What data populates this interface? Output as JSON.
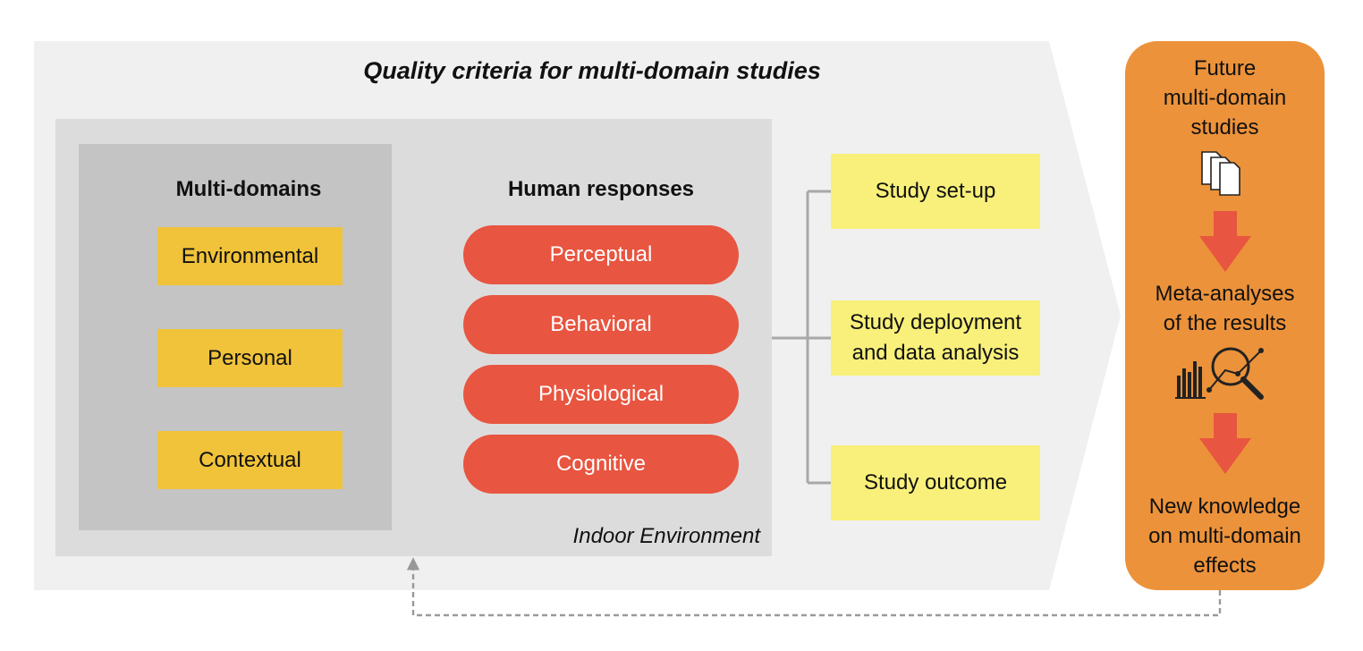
{
  "title": "Quality criteria for multi-domain studies",
  "multi_domains": {
    "heading": "Multi-domains",
    "items": [
      "Environmental",
      "Personal",
      "Contextual"
    ]
  },
  "human_responses": {
    "heading": "Human responses",
    "items": [
      "Perceptual",
      "Behavioral",
      "Physiological",
      "Cognitive"
    ]
  },
  "context_label": "Indoor Environment",
  "study_stages": [
    {
      "lines": [
        "Study set-up"
      ]
    },
    {
      "lines": [
        "Study deployment",
        "and data analysis"
      ]
    },
    {
      "lines": [
        "Study outcome"
      ]
    }
  ],
  "pipeline": {
    "step1": [
      "Future",
      "multi-domain",
      "studies"
    ],
    "step2": [
      "Meta-analyses",
      "of the results"
    ],
    "step3": [
      "New knowledge",
      "on multi-domain",
      "effects"
    ]
  },
  "icons": [
    "documents-icon",
    "chart-magnifier-icon",
    "down-arrow-icon"
  ],
  "colors": {
    "outer_panel": "#f0f0f0",
    "indoor_panel": "#dcdcdc",
    "multi_panel": "#c4c4c4",
    "domain_box": "#f0c33a",
    "response_pill": "#e85540",
    "study_box": "#f8f07a",
    "pipeline_panel": "#ec923a",
    "pipeline_arrow": "#e85540",
    "connector": "#999999"
  }
}
